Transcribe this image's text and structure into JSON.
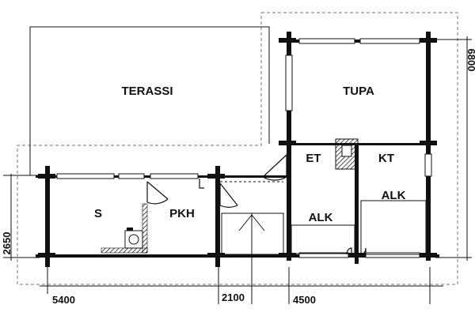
{
  "rooms": {
    "terassi": "TERASSI",
    "tupa": "TUPA",
    "et": "ET",
    "kt": "KT",
    "s": "S",
    "pkh": "PKH",
    "alk_left": "ALK",
    "alk_right": "ALK"
  },
  "dimensions": {
    "width_left": "5400",
    "width_middle": "2100",
    "width_right": "4500",
    "height_left": "2650",
    "height_right": "6800"
  },
  "colors": {
    "wall": "#111111",
    "dashed_outline": "#777777",
    "hatch": "#111111"
  }
}
